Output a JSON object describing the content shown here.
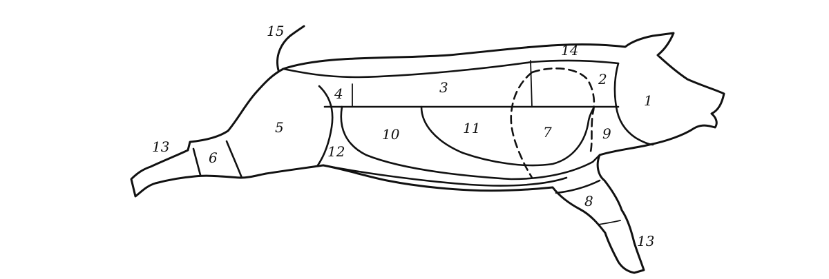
{
  "labels": {
    "l1": "1",
    "l2": "2",
    "l3": "3",
    "l4": "4",
    "l5": "5",
    "l6": "6",
    "l7": "7",
    "l8": "8",
    "l9": "9",
    "l10": "10",
    "l11": "11",
    "l12": "12",
    "l13a": "13",
    "l13b": "13",
    "l14": "14",
    "l15": "15"
  }
}
